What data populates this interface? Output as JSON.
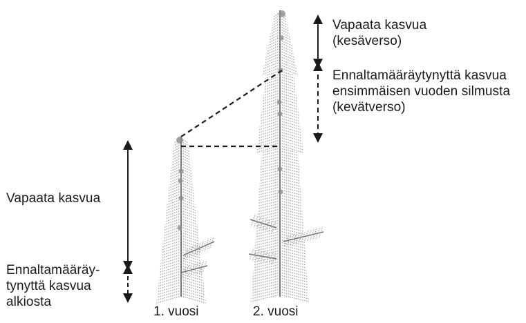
{
  "labels": {
    "free_growth_right_line1": "Vapaata kasvua",
    "free_growth_right_line2": "(kesäverso)",
    "predetermined_right_line1": "Ennaltamääräytynyttä kasvua",
    "predetermined_right_line2": "ensimmäisen vuoden silmusta",
    "predetermined_right_line3": "(kevätverso)",
    "free_growth_left": "Vapaata kasvua",
    "predetermined_left_line1": "Ennaltamääräy-",
    "predetermined_left_line2": "tynyttä kasvua",
    "predetermined_left_line3": "alkiosta"
  },
  "years": {
    "year1": "1. vuosi",
    "year2": "2. vuosi"
  },
  "colors": {
    "needle": "#9a9a9a",
    "stem": "#6f6f6f",
    "bud": "#8c8c8c",
    "arrow": "#1a1a1a"
  }
}
